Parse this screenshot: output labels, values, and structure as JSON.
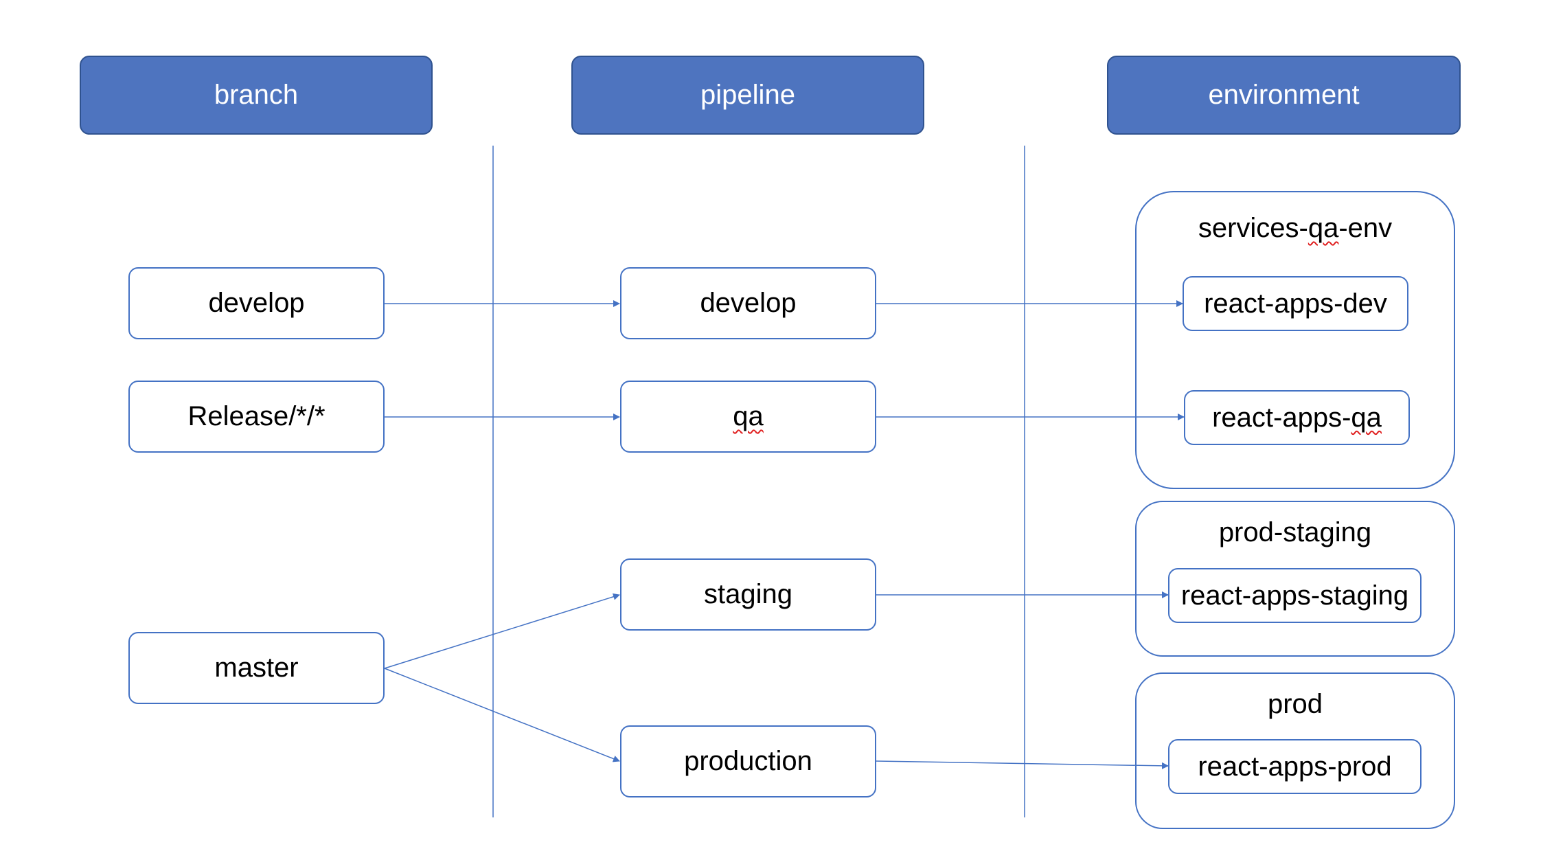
{
  "headers": {
    "branch": "branch",
    "pipeline": "pipeline",
    "environment": "environment"
  },
  "branches": {
    "develop": "develop",
    "release": "Release/*/*",
    "master": "master"
  },
  "pipelines": {
    "develop": "develop",
    "qa": "qa",
    "staging": "staging",
    "production": "production"
  },
  "environments": {
    "services_qa": {
      "label_prefix": "services-",
      "label_flagged": "qa",
      "label_suffix": "-env",
      "apps": {
        "dev": "react-apps-dev",
        "qa_prefix": "react-apps-",
        "qa_flagged": "qa"
      }
    },
    "prod_staging": {
      "label": "prod-staging",
      "apps": {
        "staging": "react-apps-staging"
      }
    },
    "prod": {
      "label": "prod",
      "apps": {
        "prod": "react-apps-prod"
      }
    }
  },
  "colors": {
    "header_fill": "#4e74bf",
    "header_border": "#2f528f",
    "node_border": "#4472c4",
    "connector": "#4472c4",
    "spellcheck": "#e02020"
  }
}
